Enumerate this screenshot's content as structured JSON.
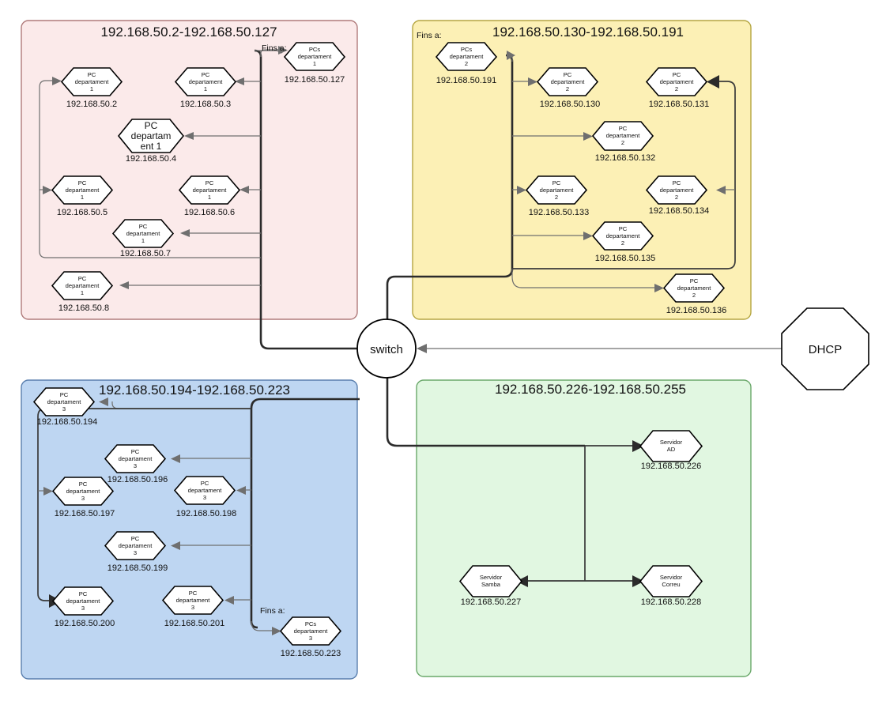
{
  "diagram": {
    "title_hidden": "",
    "zones": [
      {
        "id": "zone-dept1",
        "title": "192.168.50.2-192.168.50.127",
        "fill": "#fbeaea",
        "stroke": "#b07b7b",
        "hint": "Fins a:"
      },
      {
        "id": "zone-dept2",
        "title": "192.168.50.130-192.168.50.191",
        "fill": "#fcf0b5",
        "stroke": "#b5a642",
        "hint": "Fins a:"
      },
      {
        "id": "zone-dept3",
        "title": "192.168.50.194-192.168.50.223",
        "fill": "#bed6f2",
        "stroke": "#5a7fae",
        "hint": "Fins a:"
      },
      {
        "id": "zone-servers",
        "title": "192.168.50.226-192.168.50.255",
        "fill": "#e1f7e1",
        "stroke": "#6aa86a",
        "hint": ""
      }
    ],
    "core": {
      "switch_label": "switch",
      "dhcp_label": "DHCP"
    },
    "nodes": [
      {
        "id": "n2",
        "zone": "zone-dept1",
        "label": "PC departament 1",
        "lines": [
          "PC",
          "departament",
          "1"
        ],
        "ip": "192.168.50.2",
        "size": "small"
      },
      {
        "id": "n3",
        "zone": "zone-dept1",
        "label": "PC departament 1",
        "lines": [
          "PC",
          "departament",
          "1"
        ],
        "ip": "192.168.50.3",
        "size": "small"
      },
      {
        "id": "n4",
        "zone": "zone-dept1",
        "label": "PC departament 1",
        "lines": [
          "PC",
          "departam",
          "ent 1"
        ],
        "ip": "192.168.50.4",
        "size": "big"
      },
      {
        "id": "n5",
        "zone": "zone-dept1",
        "label": "PC departament 1",
        "lines": [
          "PC",
          "departament",
          "1"
        ],
        "ip": "192.168.50.5",
        "size": "small"
      },
      {
        "id": "n6",
        "zone": "zone-dept1",
        "label": "PC departament 1",
        "lines": [
          "PC",
          "departament",
          "1"
        ],
        "ip": "192.168.50.6",
        "size": "small"
      },
      {
        "id": "n7",
        "zone": "zone-dept1",
        "label": "PC departament 1",
        "lines": [
          "PC",
          "departament",
          "1"
        ],
        "ip": "192.168.50.7",
        "size": "small"
      },
      {
        "id": "n8",
        "zone": "zone-dept1",
        "label": "PC departament 1",
        "lines": [
          "PC",
          "departament",
          "1"
        ],
        "ip": "192.168.50.8",
        "size": "small"
      },
      {
        "id": "n127",
        "zone": "zone-dept1",
        "label": "PCs departament 1",
        "lines": [
          "PCs",
          "departament",
          "1"
        ],
        "ip": "192.168.50.127",
        "size": "small"
      },
      {
        "id": "n191",
        "zone": "zone-dept2",
        "label": "PCs departament 2",
        "lines": [
          "PCs",
          "departament",
          "2"
        ],
        "ip": "192.168.50.191",
        "size": "small"
      },
      {
        "id": "n130",
        "zone": "zone-dept2",
        "label": "PC departament 2",
        "lines": [
          "PC",
          "departament",
          "2"
        ],
        "ip": "192.168.50.130",
        "size": "small"
      },
      {
        "id": "n131",
        "zone": "zone-dept2",
        "label": "PC departament 2",
        "lines": [
          "PC",
          "departament",
          "2"
        ],
        "ip": "192.168.50.131",
        "size": "small"
      },
      {
        "id": "n132",
        "zone": "zone-dept2",
        "label": "PC departament 2",
        "lines": [
          "PC",
          "departament",
          "2"
        ],
        "ip": "192.168.50.132",
        "size": "small"
      },
      {
        "id": "n133",
        "zone": "zone-dept2",
        "label": "PC departament 2",
        "lines": [
          "PC",
          "departament",
          "2"
        ],
        "ip": "192.168.50.133",
        "size": "small"
      },
      {
        "id": "n134",
        "zone": "zone-dept2",
        "label": "PC departament 2",
        "lines": [
          "PC",
          "departament",
          "2"
        ],
        "ip": "192.168.50.134",
        "size": "small"
      },
      {
        "id": "n135",
        "zone": "zone-dept2",
        "label": "PC departament 2",
        "lines": [
          "PC",
          "departament",
          "2"
        ],
        "ip": "192.168.50.135",
        "size": "small"
      },
      {
        "id": "n136",
        "zone": "zone-dept2",
        "label": "PC departament 2",
        "lines": [
          "PC",
          "departament",
          "2"
        ],
        "ip": "192.168.50.136",
        "size": "small"
      },
      {
        "id": "n194",
        "zone": "zone-dept3",
        "label": "PC departament 3",
        "lines": [
          "PC",
          "departament",
          "3"
        ],
        "ip": "192.168.50.194",
        "size": "small"
      },
      {
        "id": "n196",
        "zone": "zone-dept3",
        "label": "PC departament 3",
        "lines": [
          "PC",
          "departament",
          "3"
        ],
        "ip": "192.168.50.196",
        "size": "small"
      },
      {
        "id": "n197",
        "zone": "zone-dept3",
        "label": "PC departament 3",
        "lines": [
          "PC",
          "departament",
          "3"
        ],
        "ip": "192.168.50.197",
        "size": "small"
      },
      {
        "id": "n198",
        "zone": "zone-dept3",
        "label": "PC departament 3",
        "lines": [
          "PC",
          "departament",
          "3"
        ],
        "ip": "192.168.50.198",
        "size": "small"
      },
      {
        "id": "n199",
        "zone": "zone-dept3",
        "label": "PC departament 3",
        "lines": [
          "PC",
          "departament",
          "3"
        ],
        "ip": "192.168.50.199",
        "size": "small"
      },
      {
        "id": "n200",
        "zone": "zone-dept3",
        "label": "PC departament 3",
        "lines": [
          "PC",
          "departament",
          "3"
        ],
        "ip": "192.168.50.200",
        "size": "small"
      },
      {
        "id": "n201",
        "zone": "zone-dept3",
        "label": "PC departament 3",
        "lines": [
          "PC",
          "departament",
          "3"
        ],
        "ip": "192.168.50.201",
        "size": "small"
      },
      {
        "id": "n223",
        "zone": "zone-dept3",
        "label": "PCs departament 3",
        "lines": [
          "PCs",
          "departament",
          "3"
        ],
        "ip": "192.168.50.223",
        "size": "small"
      },
      {
        "id": "n226",
        "zone": "zone-servers",
        "label": "Servidor AD",
        "lines": [
          "Servidor",
          "AD"
        ],
        "ip": "192.168.50.226",
        "size": "small"
      },
      {
        "id": "n227",
        "zone": "zone-servers",
        "label": "Servidor Samba",
        "lines": [
          "Servidor",
          "Samba"
        ],
        "ip": "192.168.50.227",
        "size": "small"
      },
      {
        "id": "n228",
        "zone": "zone-servers",
        "label": "Servidor Correu",
        "lines": [
          "Servidor",
          "Correu"
        ],
        "ip": "192.168.50.228",
        "size": "small"
      }
    ]
  }
}
